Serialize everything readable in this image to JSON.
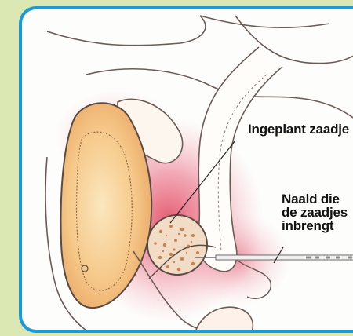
{
  "labels": {
    "implanted_seed": "Ingeplant zaadje",
    "needle_line1": "Naald die",
    "needle_line2": "de zaadjes",
    "needle_line3": "inbrengt"
  },
  "colors": {
    "page_background": "#dce8b4",
    "frame_border": "#1a9ad6",
    "tissue_red": "#e0425a",
    "organ_fill": "#f6c98a",
    "outline": "#5a4a44"
  }
}
